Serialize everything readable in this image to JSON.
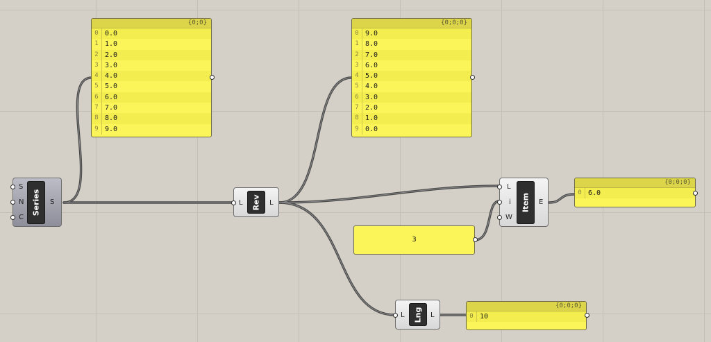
{
  "panels": {
    "series_out": {
      "path": "{0;0}",
      "rows": [
        {
          "i": "0",
          "v": "0.0"
        },
        {
          "i": "1",
          "v": "1.0"
        },
        {
          "i": "2",
          "v": "2.0"
        },
        {
          "i": "3",
          "v": "3.0"
        },
        {
          "i": "4",
          "v": "4.0"
        },
        {
          "i": "5",
          "v": "5.0"
        },
        {
          "i": "6",
          "v": "6.0"
        },
        {
          "i": "7",
          "v": "7.0"
        },
        {
          "i": "8",
          "v": "8.0"
        },
        {
          "i": "9",
          "v": "9.0"
        }
      ]
    },
    "reverse_out": {
      "path": "{0;0;0}",
      "rows": [
        {
          "i": "0",
          "v": "9.0"
        },
        {
          "i": "1",
          "v": "8.0"
        },
        {
          "i": "2",
          "v": "7.0"
        },
        {
          "i": "3",
          "v": "6.0"
        },
        {
          "i": "4",
          "v": "5.0"
        },
        {
          "i": "5",
          "v": "4.0"
        },
        {
          "i": "6",
          "v": "3.0"
        },
        {
          "i": "7",
          "v": "2.0"
        },
        {
          "i": "8",
          "v": "1.0"
        },
        {
          "i": "9",
          "v": "0.0"
        }
      ]
    },
    "item_out": {
      "path": "{0;0;0}",
      "rows": [
        {
          "i": "0",
          "v": "6.0"
        }
      ]
    },
    "length_out": {
      "path": "{0;0;0}",
      "rows": [
        {
          "i": "0",
          "v": "10"
        }
      ]
    }
  },
  "components": {
    "series": {
      "name": "Series",
      "inputs": [
        "S",
        "N",
        "C"
      ],
      "outputs": [
        "S"
      ]
    },
    "reverse": {
      "name": "Rev",
      "inputs": [
        "L"
      ],
      "outputs": [
        "L"
      ]
    },
    "item": {
      "name": "Item",
      "inputs": [
        "L",
        "i",
        "W"
      ],
      "outputs": [
        "E"
      ]
    },
    "length": {
      "name": "Lng",
      "inputs": [
        "L"
      ],
      "outputs": [
        "L"
      ]
    }
  },
  "index_input": {
    "value": "3"
  },
  "colors": {
    "canvas": "#d4d0c8",
    "panel": "#fbf55a",
    "wire": "#4a4a4a"
  }
}
